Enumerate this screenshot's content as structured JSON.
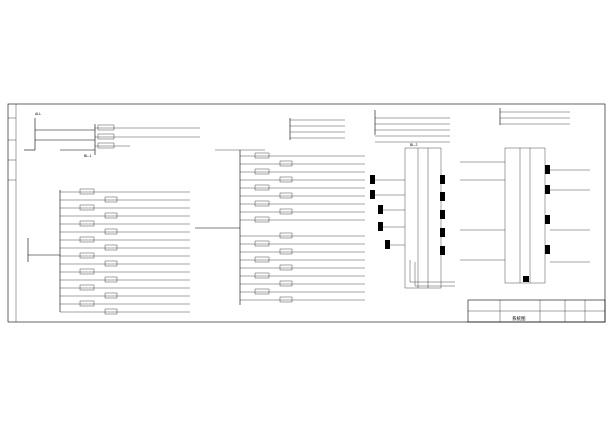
{
  "title_block": {
    "drawing_name": "系统图"
  },
  "legend_labels": {
    "a": "ALL",
    "b": "BL-1",
    "c": "BL-2"
  },
  "colors": {
    "line": "#000000",
    "background": "#ffffff"
  }
}
